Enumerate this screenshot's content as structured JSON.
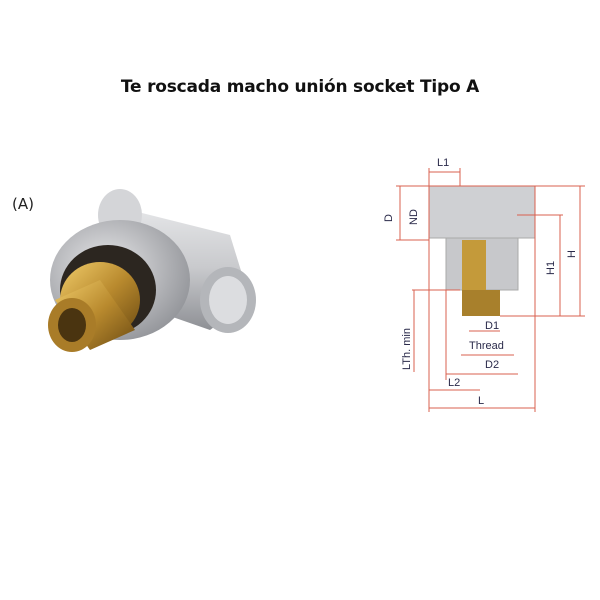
{
  "title": "Te roscada macho unión socket Tipo A",
  "variant_label": "(A)",
  "diagram": {
    "labels": {
      "L1": "L1",
      "D": "D",
      "ND": "ND",
      "H1": "H1",
      "H": "H",
      "LTh_min": "LTh. min",
      "D1": "D1",
      "Thread": "Thread",
      "D2": "D2",
      "L2": "L2",
      "L": "L"
    }
  },
  "colors": {
    "dimension_line": "#d9614f",
    "pvc_gray": "#c8c9cb",
    "brass": "#c49a3a"
  }
}
